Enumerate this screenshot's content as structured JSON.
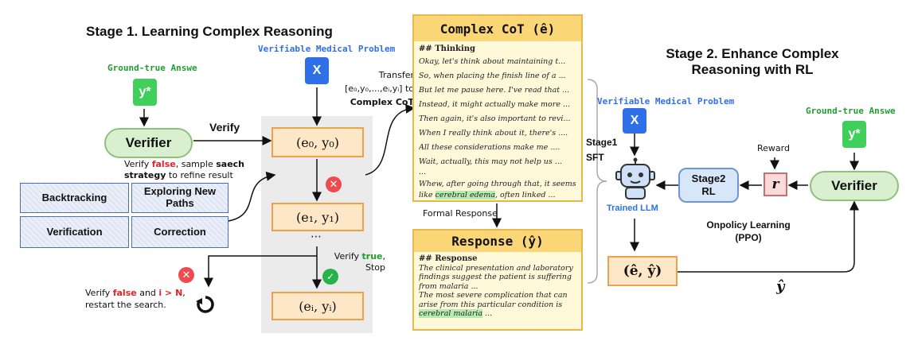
{
  "stage1": {
    "title": "Stage 1. Learning Complex Reasoning",
    "ground_truth_label": "Ground-true Answe",
    "y_star": "y*",
    "verifiable_problem_label": "Verifiable Medical Problem",
    "x": "X",
    "verifier": "Verifier",
    "verify_label": "Verify",
    "verify_false_word": "false",
    "verify_text_a": "Verify",
    "verify_text_b": ", sample",
    "verify_text_c": "saech strategy",
    "verify_text_d": "to refine result",
    "strategies": [
      "Backtracking",
      "Exploring New Paths",
      "Verification",
      "Correction"
    ],
    "pair0": "(e₀, y₀)",
    "pair1": "(e₁, y₁)",
    "pair_i": "(eᵢ, yᵢ)",
    "dots": "⋯",
    "verify_true_a": "Verify",
    "verify_true_word": "true",
    "verify_true_b": ",",
    "stop": "Stop",
    "restart_a": "Verify",
    "restart_false": "false",
    "restart_b": "and",
    "restart_cond": "i > N",
    "restart_c": ",",
    "restart_d": "restart the search.",
    "transfer_a": "Transfer",
    "transfer_b": "[e₀,y₀,...,eᵢ,yᵢ] to",
    "transfer_c": "Complex CoT"
  },
  "cot_card": {
    "title": "Complex CoT (ê)",
    "heading": "## Thinking",
    "lines": [
      "Okay, let's think about maintaining t...",
      "So, when placing the finish line of a  ...",
      "But let me pause here. I've read that  ...",
      "Instead, it might actually make more  ...",
      "Then again, it's also important to revi...",
      "When I really think about it, there's  ....",
      "All these considerations make me  ....",
      "Wait, actually, this may not help us  ...",
      "...",
      "Whew, after going through that, it seems"
    ],
    "last_a": "like",
    "last_hl": "cerebral edema",
    "last_b": ", often linked  ..."
  },
  "formal_response": "Formal Response",
  "response_card": {
    "title": "Response (ŷ)",
    "heading": "## Response",
    "lines": [
      "The clinical presentation and laboratory",
      "findings suggest the patient is suffering",
      "from malaria ...",
      "The most severe complication that can",
      "arise from this particular condition is"
    ],
    "last_hl": "cerebral malaria",
    "last_b": " ..."
  },
  "stage2": {
    "title_line1": "Stage 2. Enhance Complex",
    "title_line2": "Reasoning with RL",
    "verifiable_problem_label": "Verifiable Medical Problem",
    "x": "X",
    "stage1_sft_a": "Stage1",
    "stage1_sft_b": "SFT",
    "trained_llm": "Trained LLM",
    "stage2_rl_a": "Stage2",
    "stage2_rl_b": "RL",
    "r": "r",
    "reward": "Reward",
    "ground_truth_label": "Ground-true Answe",
    "y_star": "y*",
    "verifier": "Verifier",
    "onpolicy_a": "Onpolicy Learning",
    "onpolicy_b": "(PPO)",
    "pair": "(ê, ŷ)",
    "y_hat": "ŷ"
  },
  "colors": {
    "verifier_fill": "#d9efcf",
    "pair_fill": "#fde7c7",
    "card_fill": "#fff8d9",
    "card_head": "#fbd676",
    "error_red": "#e0242a",
    "ok_green": "#1e9e2e",
    "blue": "#2d6ff0"
  },
  "icons": [
    "cross-icon",
    "check-icon",
    "restart-icon",
    "robot-icon"
  ]
}
